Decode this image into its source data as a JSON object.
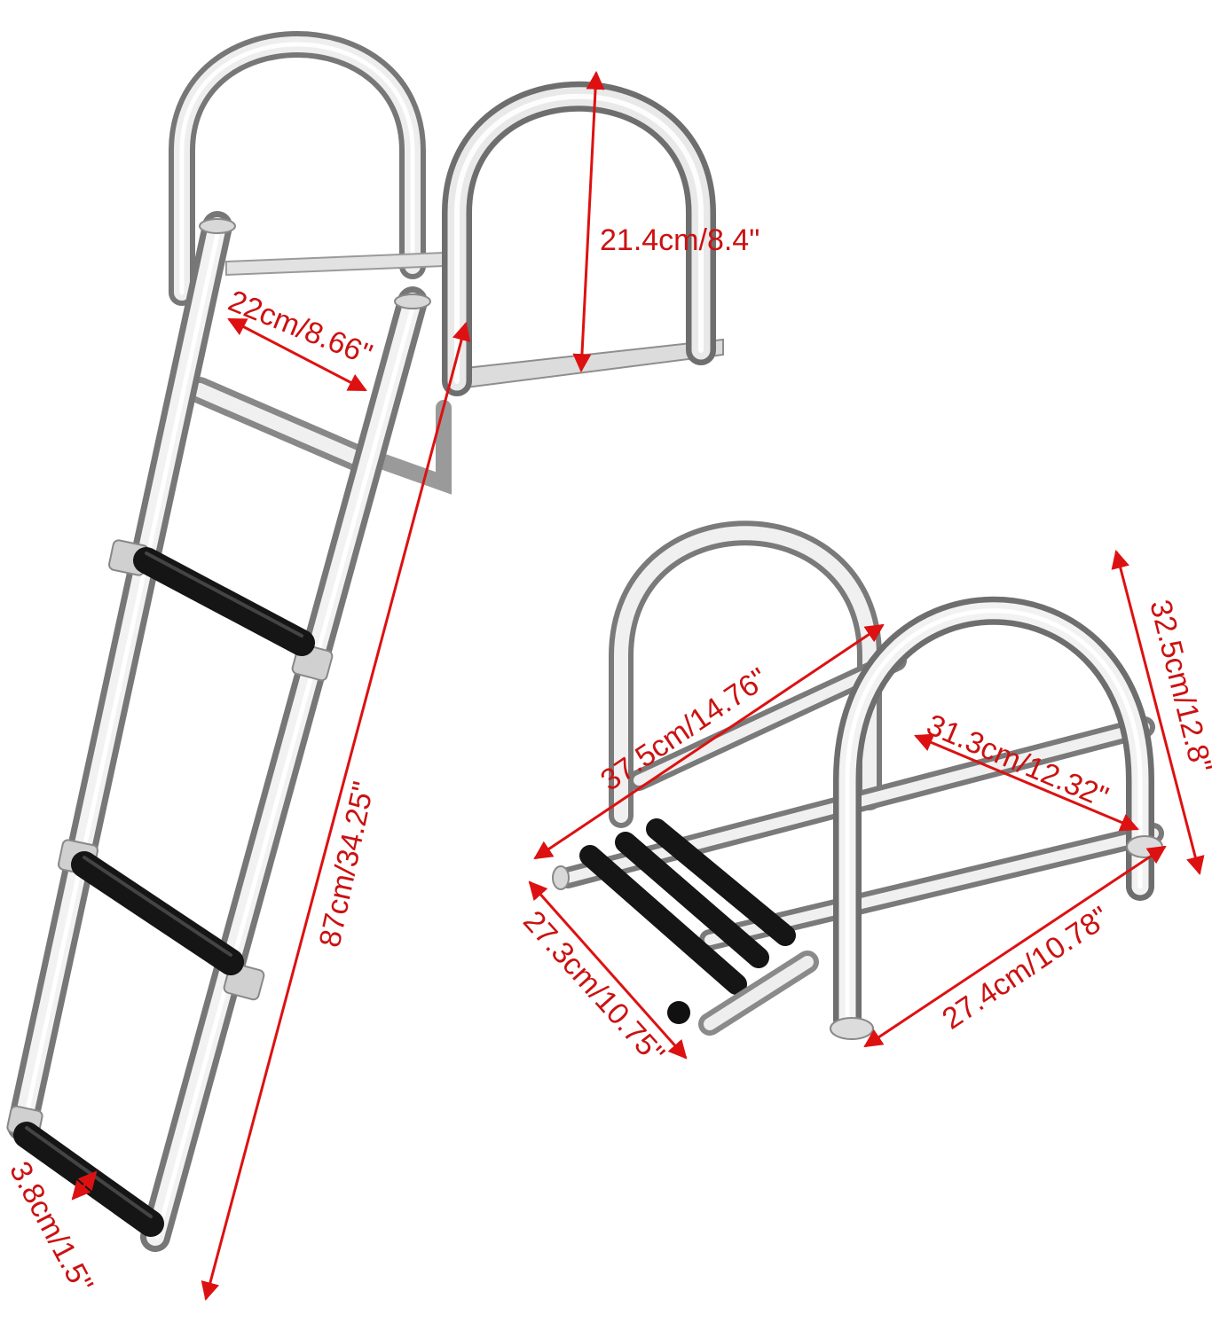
{
  "colors": {
    "dimension": "#dd1111",
    "steel_light": "#f4f4f4",
    "steel_mid": "#b8b8b8",
    "steel_dark": "#6e6e6e",
    "tread": "#1c1c1c"
  },
  "extended_ladder": {
    "dimensions": {
      "rail_spacing": "22cm/8.66\"",
      "hook_height": "21.4cm/8.4\"",
      "total_length": "87cm/34.25\"",
      "tread_width": "3.8cm/1.5\""
    }
  },
  "folded_ladder": {
    "dimensions": {
      "diagonal": "37.5cm/14.76\"",
      "inner_length": "31.3cm/12.32\"",
      "height": "32.5cm/12.8\"",
      "depth": "27.3cm/10.75\"",
      "base_length": "27.4cm/10.78\""
    }
  }
}
